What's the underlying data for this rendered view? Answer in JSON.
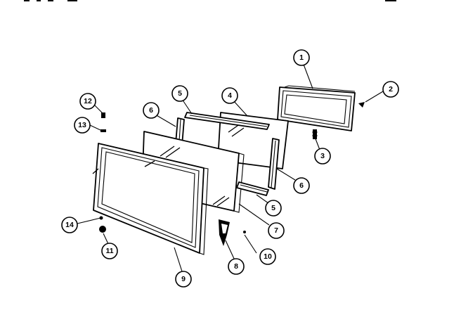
{
  "callouts": [
    {
      "id": "c1",
      "label": "1"
    },
    {
      "id": "c2",
      "label": "2"
    },
    {
      "id": "c3",
      "label": "3"
    },
    {
      "id": "c4",
      "label": "4"
    },
    {
      "id": "c5a",
      "label": "5"
    },
    {
      "id": "c5b",
      "label": "5"
    },
    {
      "id": "c6a",
      "label": "6"
    },
    {
      "id": "c6b",
      "label": "6"
    },
    {
      "id": "c7",
      "label": "7"
    },
    {
      "id": "c8",
      "label": "8"
    },
    {
      "id": "c9",
      "label": "9"
    },
    {
      "id": "c10",
      "label": "10"
    },
    {
      "id": "c11",
      "label": "11"
    },
    {
      "id": "c12",
      "label": "12"
    },
    {
      "id": "c13",
      "label": "13"
    },
    {
      "id": "c14",
      "label": "14"
    }
  ],
  "colors": {
    "ink": "#000000",
    "paper": "#ffffff"
  }
}
